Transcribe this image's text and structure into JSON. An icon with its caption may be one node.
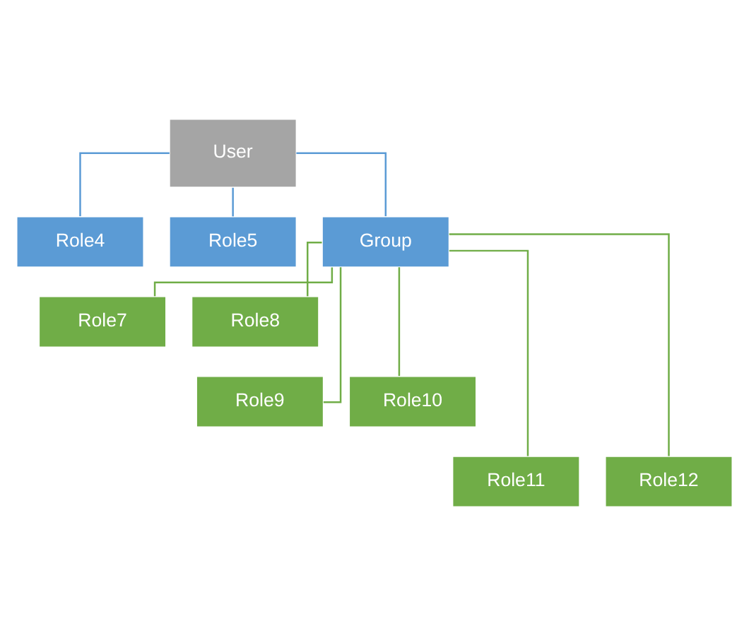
{
  "diagram": {
    "nodes": [
      {
        "text": [
          "User"
        ]
      },
      {
        "text": [
          "Role4"
        ]
      },
      {
        "text": [
          "Role5"
        ]
      },
      {
        "text": [
          "Group"
        ]
      },
      {
        "text": [
          "Role7"
        ]
      },
      {
        "text": [
          "Role8"
        ]
      },
      {
        "text": [
          "Role9"
        ]
      },
      {
        "text": [
          "Role10"
        ]
      },
      {
        "text": [
          "Role11"
        ]
      },
      {
        "text": [
          "Role12"
        ]
      }
    ],
    "edges": [
      {
        "from": 0,
        "to": 1,
        "arrow": "none",
        "color": "#5b9bd5"
      },
      {
        "from": 0,
        "to": 2,
        "arrow": "none",
        "color": "#5b9bd5"
      },
      {
        "from": 0,
        "to": 3,
        "arrow": "none",
        "color": "#5b9bd5"
      },
      {
        "from": 3,
        "to": 4,
        "arrow": "none"
      },
      {
        "from": 3,
        "to": 5,
        "arrow": "none"
      },
      {
        "from": 3,
        "to": 6,
        "arrow": "none"
      },
      {
        "from": 3,
        "to": 7,
        "arrow": "none"
      },
      {
        "from": 3,
        "to": 8,
        "arrow": "none"
      },
      {
        "from": 3,
        "to": 9,
        "arrow": "none"
      }
    ]
  }
}
